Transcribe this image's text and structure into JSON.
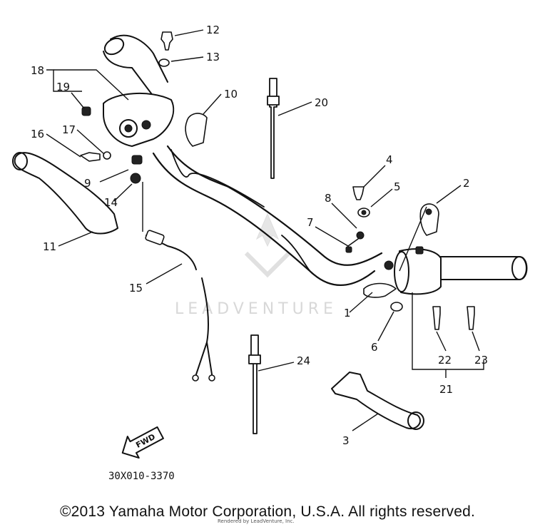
{
  "diagram": {
    "code": "30X010-3370",
    "fwd_label": "FWD",
    "watermark": "LEADVENTURE",
    "renderer_note": "Rendered by LeadVenture, Inc.",
    "callouts": {
      "c1": "1",
      "c2": "2",
      "c3": "3",
      "c4": "4",
      "c5": "5",
      "c6": "6",
      "c7": "7",
      "c8": "8",
      "c9": "9",
      "c10": "10",
      "c11": "11",
      "c12": "12",
      "c13": "13",
      "c14": "14",
      "c15": "15",
      "c16": "16",
      "c17": "17",
      "c18": "18",
      "c19": "19",
      "c20": "20",
      "c21": "21",
      "c22": "22",
      "c23": "23",
      "c24": "24"
    }
  },
  "footer": {
    "copyright": "©2013 Yamaha Motor Corporation, U.S.A. All rights reserved."
  }
}
